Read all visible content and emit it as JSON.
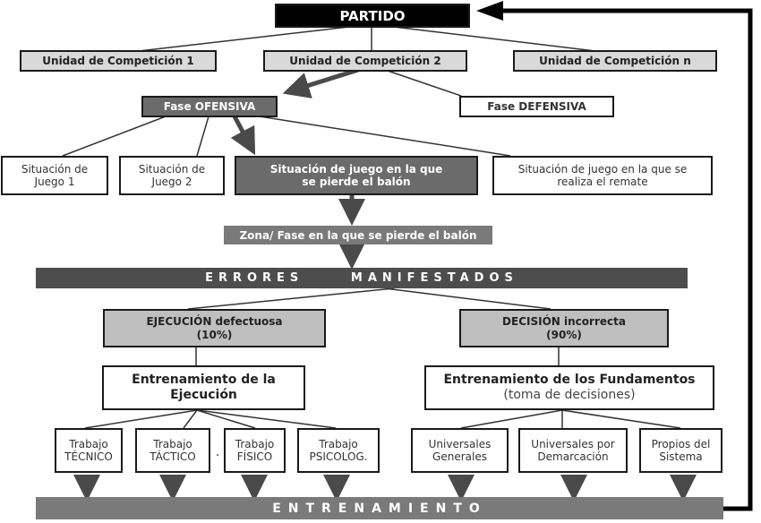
{
  "diagram": {
    "root": {
      "label": "PARTIDO"
    },
    "competition_units": [
      {
        "label": "Unidad de Competición 1"
      },
      {
        "label": "Unidad de Competición 2"
      },
      {
        "label": "Unidad de Competición n"
      }
    ],
    "phases": {
      "offensive": {
        "label": "Fase OFENSIVA"
      },
      "defensive": {
        "label": "Fase DEFENSIVA"
      }
    },
    "situations": [
      {
        "line1": "Situación de",
        "line2": "Juego 1"
      },
      {
        "line1": "Situación de",
        "line2": "Juego 2"
      },
      {
        "line1": "Situación de juego en la que",
        "line2": "se pierde el balón"
      },
      {
        "line1": "Situación de juego en la que se",
        "line2": "realiza el remate"
      }
    ],
    "zone": {
      "label": "Zona/ Fase en la que se pierde el balón"
    },
    "errors_bar": {
      "label": "ERRORES     MANIFESTADOS"
    },
    "error_types": [
      {
        "line1": "EJECUCIÓN defectuosa",
        "line2": "(10%)"
      },
      {
        "line1": "DECISIÓN incorrecta",
        "line2": "(90%)"
      }
    ],
    "training_types": [
      {
        "line1": "Entrenamiento de la",
        "line2": "Ejecución"
      },
      {
        "line1": "Entrenamiento de los Fundamentos",
        "line2": "(toma de decisiones)"
      }
    ],
    "execution_work": [
      {
        "line1": "Trabajo",
        "line2": "TÉCNICO"
      },
      {
        "line1": "Trabajo",
        "line2": "TÁCTICO"
      },
      {
        "line1": "Trabajo",
        "line2": "FÍSICO"
      },
      {
        "line1": "Trabajo",
        "line2": "PSICOLOG."
      }
    ],
    "fundamentals": [
      {
        "line1": "Universales",
        "line2": "Generales"
      },
      {
        "line1": "Universales por",
        "line2": "Demarcación"
      },
      {
        "line1": "Propios del",
        "line2": "Sistema"
      }
    ],
    "training_bar": {
      "label": "ENTRENAMIENTO"
    },
    "colors": {
      "black": "#000000",
      "dark_gray": "#6b6b6b",
      "bar_gray": "#4d4d4d",
      "light_gray": "#d9d9d9",
      "mid_gray": "#bfbfbf",
      "arrow": "#4a4a4a"
    }
  }
}
